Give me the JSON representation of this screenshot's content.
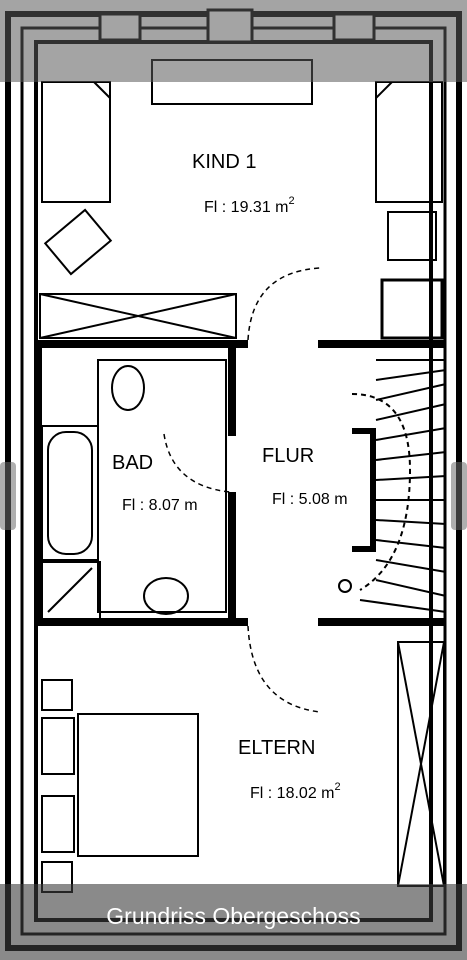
{
  "caption": "Grundriss Obergeschoss",
  "rooms": {
    "kind1": {
      "name": "KIND 1",
      "area_prefix": "Fl : ",
      "area_value": "19.31 m",
      "area_unit_sup": "2"
    },
    "bad": {
      "name": "BAD",
      "area_text": "Fl : 8.07 m"
    },
    "flur": {
      "name": "FLUR",
      "area_text": "Fl : 5.08 m"
    },
    "eltern": {
      "name": "ELTERN",
      "area_prefix": "Fl : ",
      "area_value": "18.02 m",
      "area_unit_sup": "2"
    }
  },
  "colors": {
    "wall": "#000000",
    "paper": "#ffffff",
    "overlay": "#5a5a5a"
  }
}
